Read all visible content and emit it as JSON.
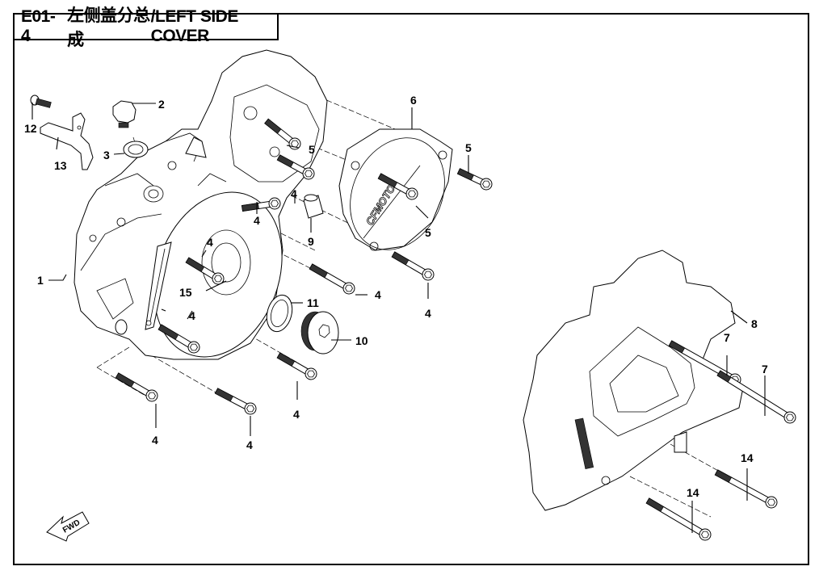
{
  "header": {
    "code": "E01-4",
    "title_cn": "左侧盖分总成",
    "title_en": "/LEFT SIDE COVER"
  },
  "direction_badge": "FWD",
  "logo_text": "CFMOTO",
  "callouts": [
    {
      "id": "c1",
      "label": "1",
      "part": "left-crankcase-cover"
    },
    {
      "id": "c2",
      "label": "2",
      "part": "drain-plug"
    },
    {
      "id": "c3",
      "label": "3",
      "part": "washer"
    },
    {
      "id": "c4a",
      "label": "4",
      "part": "bolt"
    },
    {
      "id": "c4b",
      "label": "4",
      "part": "bolt"
    },
    {
      "id": "c4c",
      "label": "4",
      "part": "bolt"
    },
    {
      "id": "c4d",
      "label": "4",
      "part": "bolt"
    },
    {
      "id": "c4e",
      "label": "4",
      "part": "bolt"
    },
    {
      "id": "c4f",
      "label": "4",
      "part": "bolt"
    },
    {
      "id": "c4g",
      "label": "4",
      "part": "bolt"
    },
    {
      "id": "c4h",
      "label": "4",
      "part": "bolt"
    },
    {
      "id": "c4i",
      "label": "4",
      "part": "bolt"
    },
    {
      "id": "c5a",
      "label": "5",
      "part": "bolt"
    },
    {
      "id": "c5b",
      "label": "5",
      "part": "bolt"
    },
    {
      "id": "c5c",
      "label": "5",
      "part": "bolt"
    },
    {
      "id": "c6",
      "label": "6",
      "part": "generator-cover"
    },
    {
      "id": "c7a",
      "label": "7",
      "part": "long-bolt"
    },
    {
      "id": "c7b",
      "label": "7",
      "part": "long-bolt"
    },
    {
      "id": "c8",
      "label": "8",
      "part": "sprocket-cover"
    },
    {
      "id": "c9",
      "label": "9",
      "part": "dowel-pin"
    },
    {
      "id": "c10",
      "label": "10",
      "part": "inspection-plug"
    },
    {
      "id": "c11",
      "label": "11",
      "part": "o-ring"
    },
    {
      "id": "c12",
      "label": "12",
      "part": "screw"
    },
    {
      "id": "c13",
      "label": "13",
      "part": "bracket"
    },
    {
      "id": "c14a",
      "label": "14",
      "part": "long-bolt"
    },
    {
      "id": "c14b",
      "label": "14",
      "part": "long-bolt"
    },
    {
      "id": "c15",
      "label": "15",
      "part": "gasket-strip"
    }
  ]
}
